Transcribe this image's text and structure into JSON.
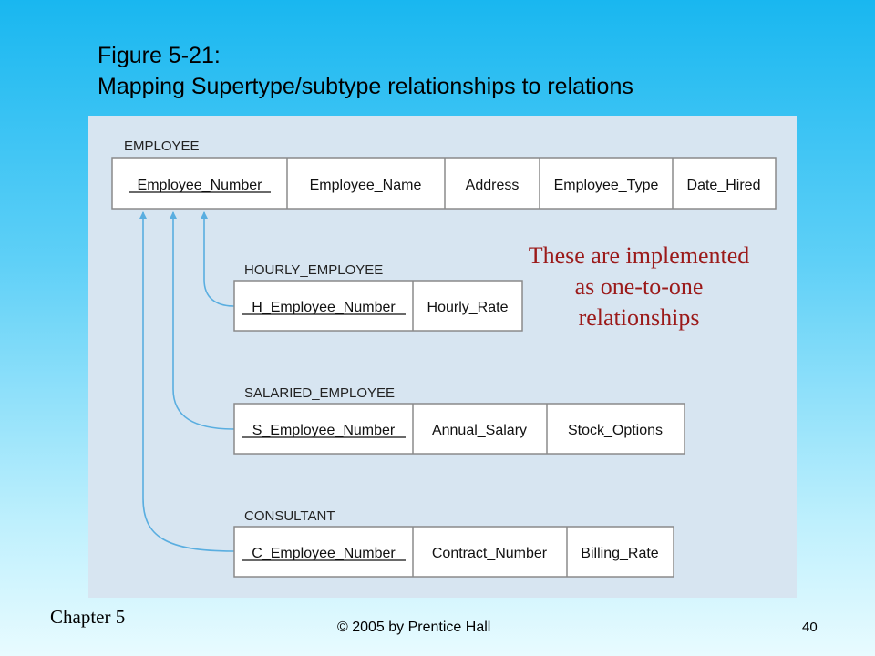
{
  "slide": {
    "title_line1": "Figure 5-21:",
    "title_line2": "Mapping Supertype/subtype relationships to relations",
    "note_line1": "These are implemented",
    "note_line2": "as one-to-one",
    "note_line3": "relationships",
    "chapter": "Chapter 5",
    "copyright": "© 2005 by Prentice Hall",
    "page_number": "40"
  },
  "tables": {
    "employee": {
      "name": "EMPLOYEE",
      "attrs": [
        "Employee_Number",
        "Employee_Name",
        "Address",
        "Employee_Type",
        "Date_Hired"
      ]
    },
    "hourly": {
      "name": "HOURLY_EMPLOYEE",
      "attrs": [
        "H_Employee_Number",
        "Hourly_Rate"
      ]
    },
    "salaried": {
      "name": "SALARIED_EMPLOYEE",
      "attrs": [
        "S_Employee_Number",
        "Annual_Salary",
        "Stock_Options"
      ]
    },
    "consultant": {
      "name": "CONSULTANT",
      "attrs": [
        "C_Employee_Number",
        "Contract_Number",
        "Billing_Rate"
      ]
    }
  },
  "colors": {
    "note": "#9b1a1a",
    "connector": "#5aaee0",
    "figure_background": "#d7e5f1"
  }
}
